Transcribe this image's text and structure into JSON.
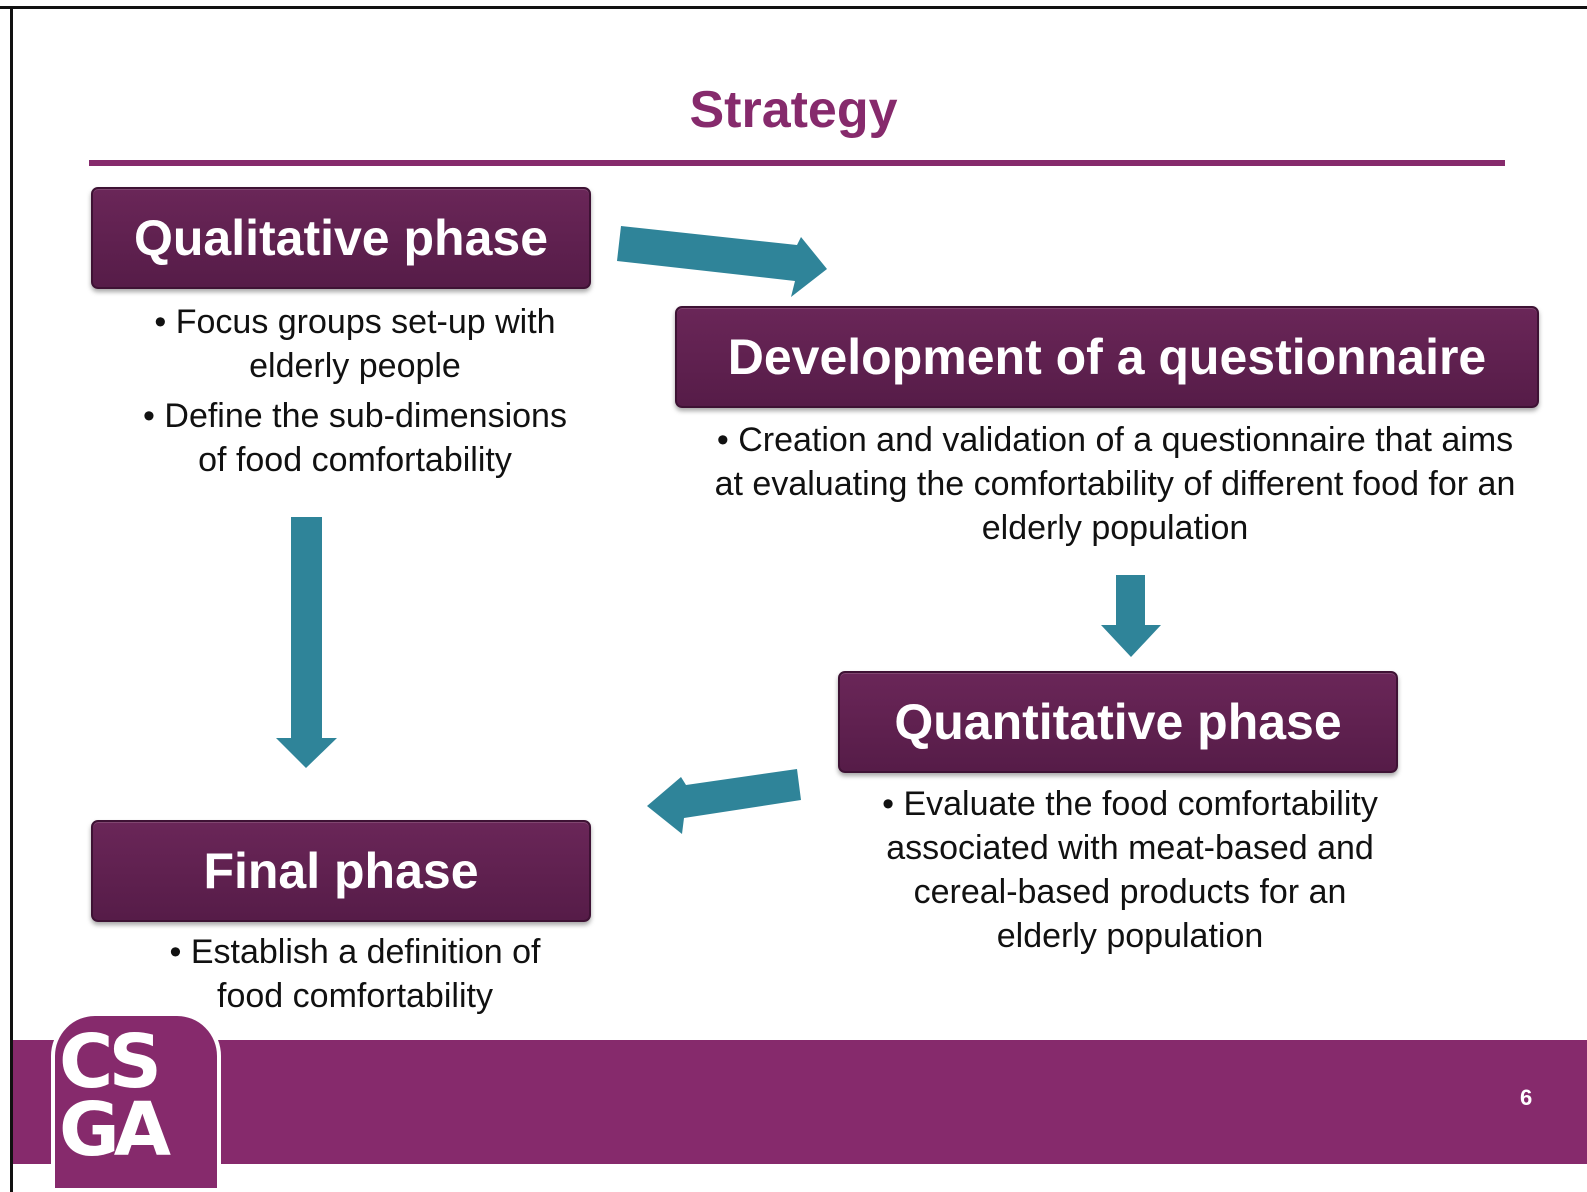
{
  "slide": {
    "title": "Strategy",
    "page_number": "6",
    "logo_text": {
      "line1": "CS",
      "line2": "GA"
    },
    "colors": {
      "accent": "#862a6c",
      "box": "#5e1f4f",
      "arrow": "#2f8499",
      "text": "#111111"
    }
  },
  "phases": {
    "qualitative": {
      "label": "Qualitative phase",
      "bullets": [
        "• Focus groups set-up with elderly people",
        "• Define the sub-dimensions of food comfortability"
      ]
    },
    "development": {
      "label": "Development of a questionnaire",
      "bullets": [
        "• Creation and validation of a questionnaire that aims at evaluating the comfortability of different food for an elderly population"
      ]
    },
    "quantitative": {
      "label": "Quantitative phase",
      "bullets": [
        "• Evaluate the food comfortability associated with meat-based and cereal-based products for an elderly population"
      ]
    },
    "final": {
      "label": "Final phase",
      "bullets": [
        "• Establish a definition of food comfortability"
      ]
    }
  },
  "flow": [
    {
      "from": "qualitative",
      "to": "development",
      "icon": "arrow-right-icon"
    },
    {
      "from": "development",
      "to": "quantitative",
      "icon": "arrow-down-icon"
    },
    {
      "from": "quantitative",
      "to": "final",
      "icon": "arrow-left-icon"
    },
    {
      "from": "qualitative",
      "to": "final",
      "icon": "arrow-down-icon"
    }
  ]
}
